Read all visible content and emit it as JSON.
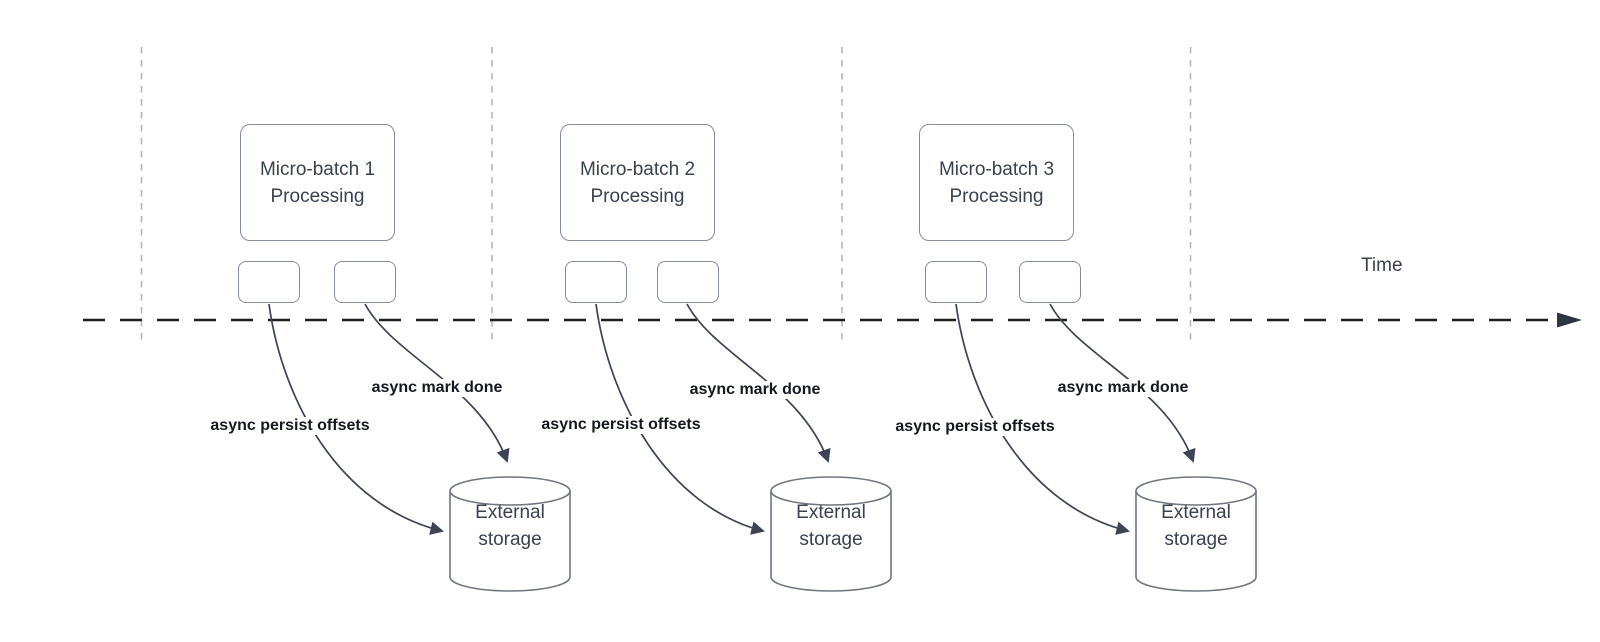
{
  "time_label": "Time",
  "sections": [
    {
      "box_title_line1": "Micro-batch 1",
      "box_title_line2": "Processing",
      "persist_arrow_label": "async persist offsets",
      "mark_arrow_label": "async mark done",
      "storage_line1": "External",
      "storage_line2": "storage"
    },
    {
      "box_title_line1": "Micro-batch 2",
      "box_title_line2": "Processing",
      "persist_arrow_label": "async persist offsets",
      "mark_arrow_label": "async mark done",
      "storage_line1": "External",
      "storage_line2": "storage"
    },
    {
      "box_title_line1": "Micro-batch 3",
      "box_title_line2": "Processing",
      "persist_arrow_label": "async persist offsets",
      "mark_arrow_label": "async mark done",
      "storage_line1": "External",
      "storage_line2": "storage"
    }
  ],
  "colors": {
    "background": "#ffffff",
    "timeline": "#1e1e1e",
    "timeline_arrowhead": "#2e3440",
    "lane_divider": "#b6b6b6",
    "shape_border": "#878d99",
    "cylinder_border": "#70757f",
    "arrow": "#3e4453",
    "shape_text": "#3a4150",
    "edge_label_text": "#15181e"
  }
}
